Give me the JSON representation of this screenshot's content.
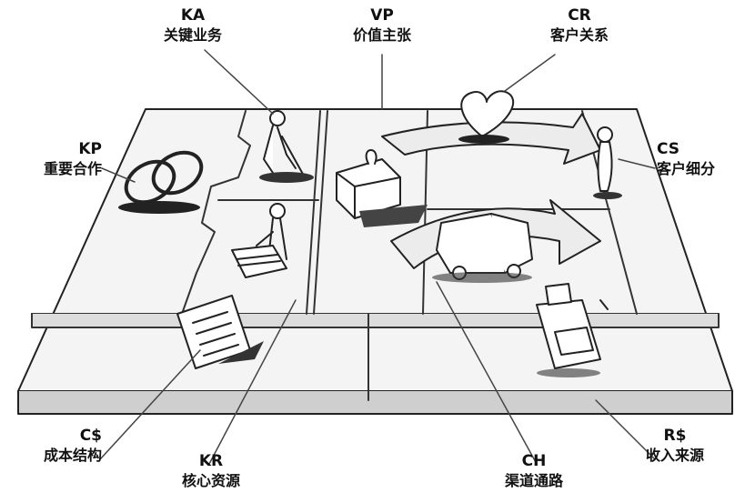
{
  "blocks": {
    "ka": {
      "code": "KA",
      "name": "关键业务"
    },
    "vp": {
      "code": "VP",
      "name": "价值主张"
    },
    "cr": {
      "code": "CR",
      "name": "客户关系"
    },
    "kp": {
      "code": "KP",
      "name": "重要合作"
    },
    "cs": {
      "code": "CS",
      "name": "客户细分"
    },
    "cost": {
      "code": "C$",
      "name": "成本结构"
    },
    "kr": {
      "code": "KR",
      "name": "核心资源"
    },
    "ch": {
      "code": "CH",
      "name": "渠道通路"
    },
    "rev": {
      "code": "R$",
      "name": "收入来源"
    }
  },
  "icons": [
    "rings-icon",
    "worker-icon",
    "person-icon",
    "gift-icon",
    "heart-icon",
    "customer-icon",
    "truck-icon",
    "cash-register-icon",
    "document-icon",
    "machine-icon"
  ]
}
